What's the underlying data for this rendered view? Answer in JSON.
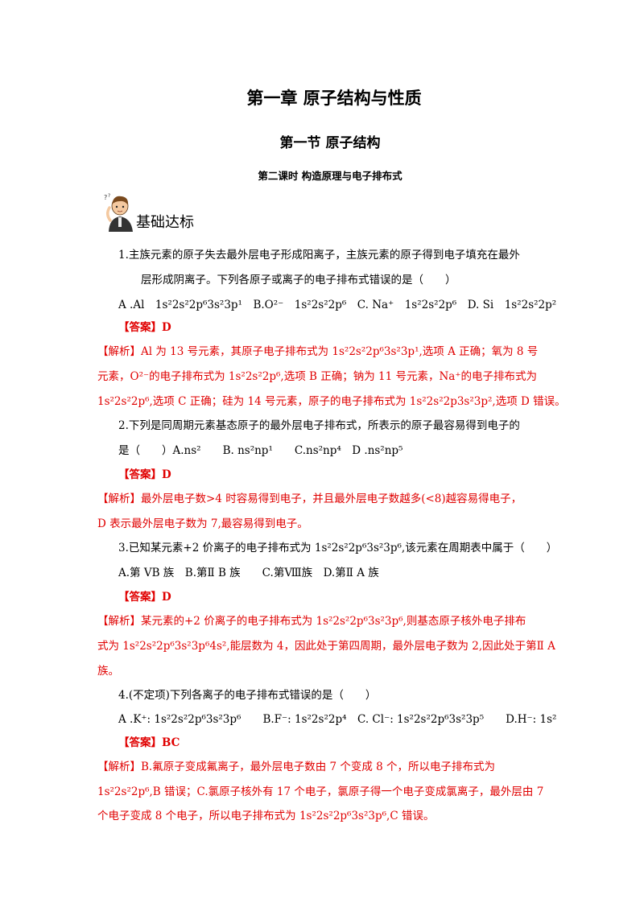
{
  "header": {
    "chapter": "第一章 原子结构与性质",
    "section": "第一节 原子结构",
    "lesson": "第二课时 构造原理与电子排布式"
  },
  "section_title": "基础达标",
  "q1": {
    "stem_line1": "1.主族元素的原子失去最外层电子形成阳离子，主族元素的原子得到电子填充在最外",
    "stem_line2": "层形成阴离子。下列各原子或离子的电子排布式错误的是（　　）",
    "options": "A .Al　1s²2s²2p⁶3s²3p¹　B.O²⁻　1s²2s²2p⁶　C. Na⁺　1s²2s²2p⁶　D. Si　1s²2s²2p²",
    "answer": "【答案】D",
    "analysis_line1": "【解析】Al 为 13 号元素，其原子电子排布式为 1s²2s²2p⁶3s²3p¹,选项 A 正确；氧为 8 号",
    "analysis_line2": "元素，O²⁻的电子排布式为 1s²2s²2p⁶,选项 B 正确；钠为 11 号元素，Na⁺的电子排布式为",
    "analysis_line3": "1s²2s²2p⁶,选项 C 正确；硅为 14 号元素，原子的电子排布式为 1s²2s²2p3s²3p²,选项 D 错误。"
  },
  "q2": {
    "stem_line1": "2.下列是同周期元素基态原子的最外层电子排布式，所表示的原子最容易得到电子的",
    "stem_line2": "是（　　）A.ns²　　B. ns²np¹　　C.ns²np⁴　D .ns²np⁵",
    "answer": "【答案】D",
    "analysis_line1": "【解析】最外层电子数>4 时容易得到电子，并且最外层电子数越多(<8)越容易得电子，",
    "analysis_line2": "D 表示最外层电子数为 7,最容易得到电子。"
  },
  "q3": {
    "stem_line1": "3.已知某元素+2 价离子的电子排布式为 1s²2s²2p⁶3s²3p⁶,该元素在周期表中属于（　　）",
    "options": "A.第 VB 族　B.第Ⅱ B 族　　C.第Ⅷ族　D.第Ⅱ A 族",
    "answer": "【答案】D",
    "analysis_line1": "【解析】某元素的+2 价离子的电子排布式为 1s²2s²2p⁶3s²3p⁶,则基态原子核外电子排布",
    "analysis_line2": "式为 1s²2s²2p⁶3s²3p⁶4s²,能层数为 4，因此处于第四周期，最外层电子数为 2,因此处于第Ⅱ A",
    "analysis_line3": "族。"
  },
  "q4": {
    "stem_line1": "4.(不定项)下列各离子的电子排布式错误的是（　　）",
    "options": "A .K⁺: 1s²2s²2p⁶3s²3p⁶　　B.F⁻: 1s²2s²2p⁴　C. Cl⁻: 1s²2s²2p⁶3s²3p⁵　　D.H⁻: 1s²",
    "answer": "【答案】BC",
    "analysis_line1": "【解析】B.氟原子变成氟离子，最外层电子数由 7 个变成 8 个，所以电子排布式为",
    "analysis_line2": "1s²2s²2p⁶,B 错误；C.氯原子核外有 17 个电子，氯原子得一个电子变成氯离子，最外层由 7",
    "analysis_line3": "个电子变成 8 个电子，所以电子排布式为 1s²2s²2p⁶3s²3p⁶,C 错误。"
  }
}
